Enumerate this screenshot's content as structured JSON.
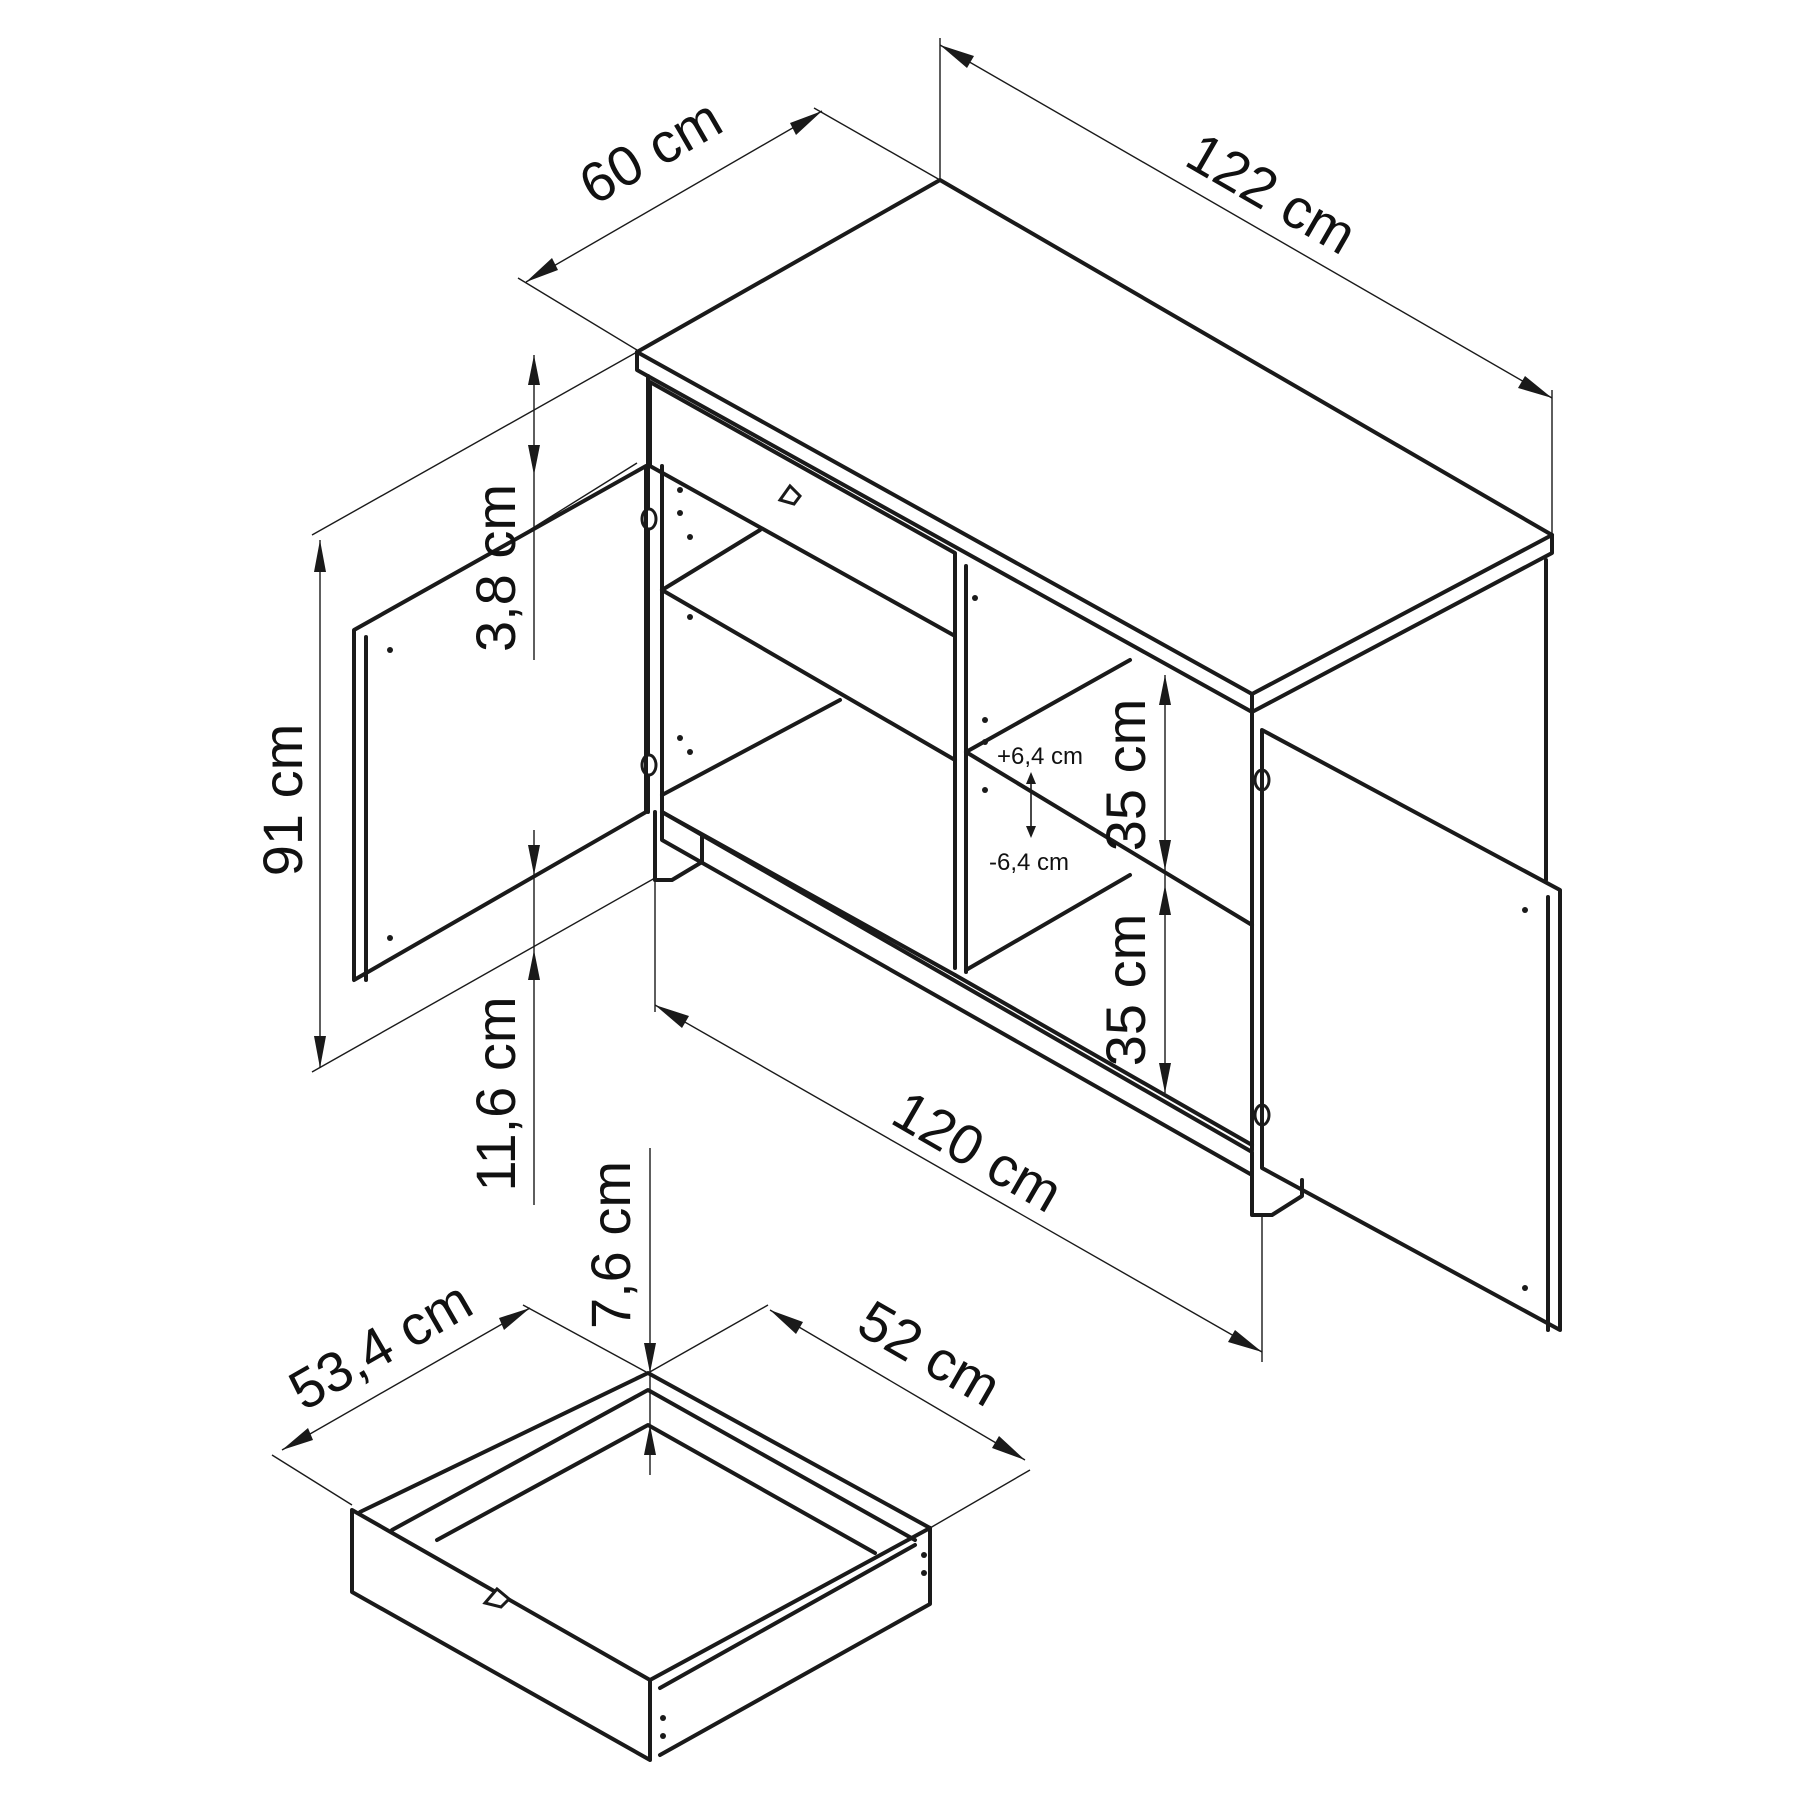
{
  "dimensions": {
    "depth_top": "60 cm",
    "width_top": "122 cm",
    "top_thickness": "3,8 cm",
    "height_total": "91 cm",
    "plinth_height": "11,6 cm",
    "width_body": "120 cm",
    "compartment_upper": "35 cm",
    "compartment_lower": "35 cm",
    "shelf_adjust_up": "+6,4 cm",
    "shelf_adjust_down": "-6,4 cm",
    "drawer_height": "7,6 cm",
    "drawer_width": "53,4 cm",
    "drawer_depth": "52 cm"
  }
}
